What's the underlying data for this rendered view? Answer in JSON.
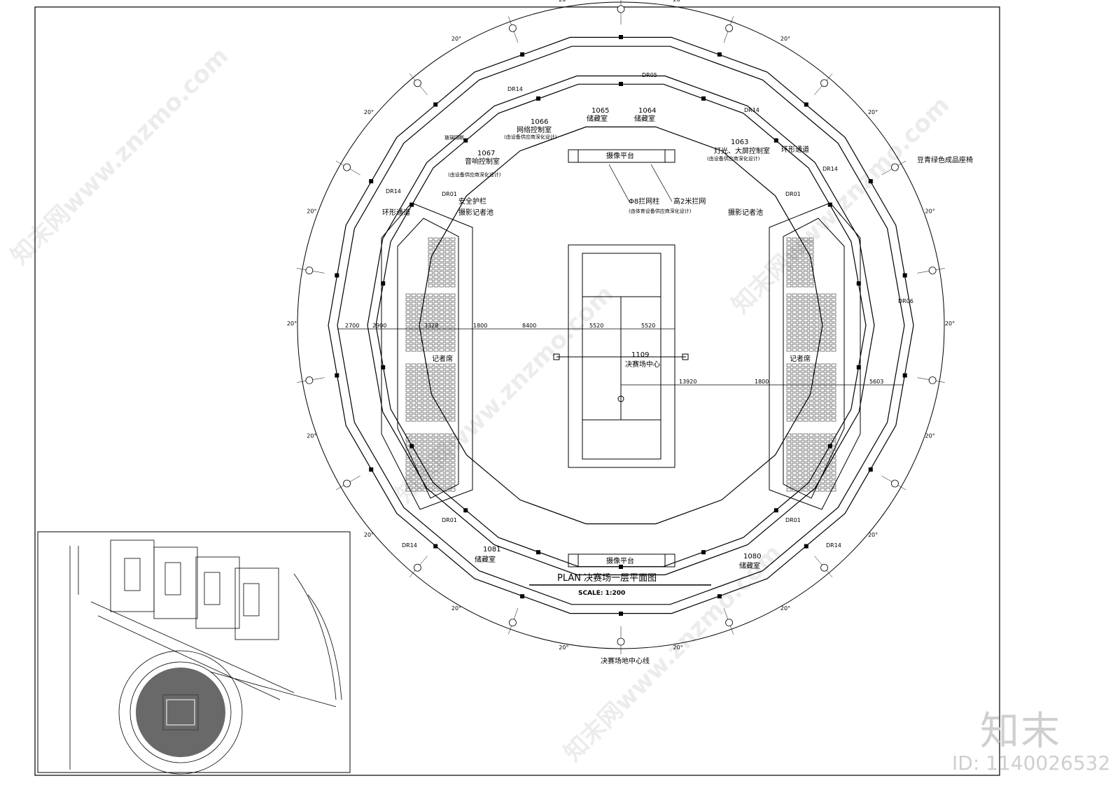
{
  "plan_title": "PLAN 决赛场一层平面图",
  "scale": "SCALE:  1:200",
  "rooms": {
    "r1065": "1065",
    "r1065_name": "储藏室",
    "r1064": "1064",
    "r1064_name": "储藏室",
    "r1066": "1066",
    "r1066_name": "网络控制室",
    "r1066_note": "(由设备供应商深化设计)",
    "r1067": "1067",
    "r1067_name": "音响控制室",
    "r1067_note": "(由设备供应商深化设计)",
    "r1063": "1063",
    "r1063_name": "灯光、大屏控制室",
    "r1063_note": "(由设备供应商深化设计)",
    "r1081": "1081",
    "r1081_name": "储藏室",
    "r1080": "1080",
    "r1080_name": "储藏室",
    "glass": "玻璃隔断"
  },
  "labels": {
    "ring_corridor": "环形通道",
    "safety_rail": "安全护栏",
    "photo_pool": "摄影记者池",
    "camera_platform": "摄像平台",
    "post": "Φ8拦网柱",
    "fence": "高2米拦网",
    "fence_note": "(由体育设备供应商深化设计)",
    "green_seat": "豆青绿色成品座椅",
    "press_seats": "记者席",
    "court_no": "1109",
    "court_center": "决赛场中心",
    "court_axis": "决赛场地中心线"
  },
  "doors": {
    "dr14": "DR14",
    "dr01": "DR01",
    "dr05": "DR05",
    "dr06": "DR06"
  },
  "dims": {
    "d2700": "2700",
    "d2900": "2900",
    "d3328": "3328",
    "d1800": "1800",
    "d8400": "8400",
    "d5520": "5520",
    "d13920": "13920",
    "d5603": "5603"
  },
  "angle": "20°",
  "watermark": {
    "site": "知末网www.znzmo.com",
    "brand": "知末",
    "id": "ID: 1140026532"
  }
}
